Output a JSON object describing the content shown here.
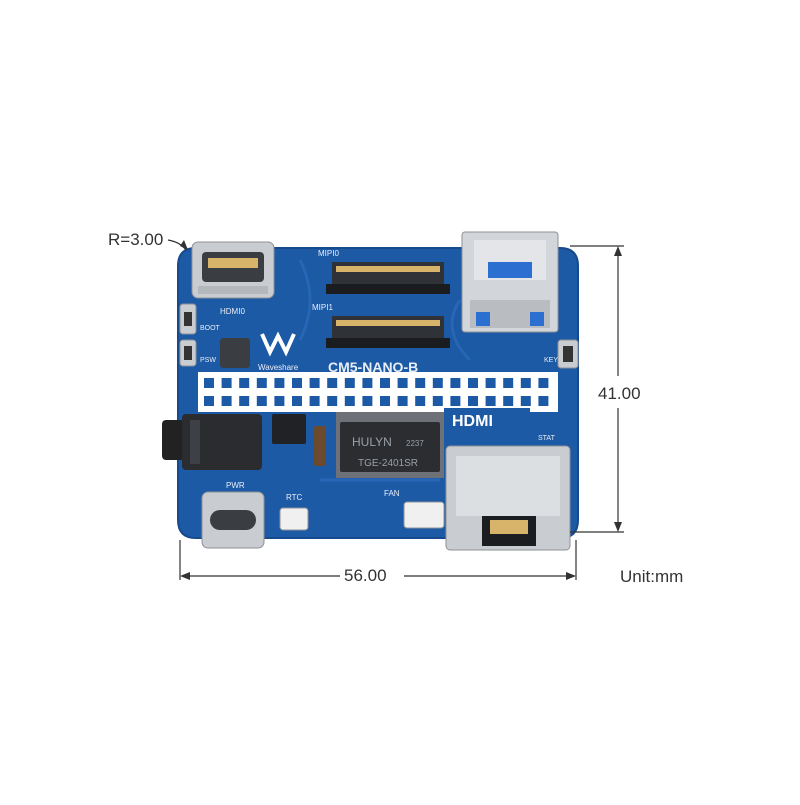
{
  "dimensions": {
    "corner_radius": "R=3.00",
    "height": "41.00",
    "width": "56.00",
    "unit": "Unit:mm"
  },
  "board": {
    "model": "CM5-NANO-B",
    "brand": "Waveshare",
    "chip_brand": "HULYN",
    "chip_code": "2237",
    "chip_part": "TGE-2401SR",
    "labels": {
      "mipi0": "MIPI0",
      "mipi1": "MIPI1",
      "hdmi0": "HDMI0",
      "boot": "BOOT",
      "psw": "PSW",
      "pwr": "PWR",
      "rtc": "RTC",
      "fan": "FAN",
      "key": "KEY",
      "stat": "STAT",
      "hdmi_logo": "HDMI"
    }
  },
  "colors": {
    "pcb": "#1d5aa6",
    "pcb_dark": "#174a8c",
    "metal": "#c9ccd0",
    "gold": "#d8b46a",
    "dimension_line": "#333333"
  }
}
